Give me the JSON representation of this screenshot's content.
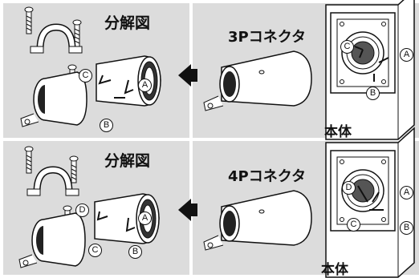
{
  "panels": [
    {
      "title": "分解図",
      "labels": [
        "C",
        "A",
        "B"
      ]
    },
    {
      "title": "3Pコネクタ",
      "body_label": "本体",
      "labels": [
        "C",
        "A",
        "B"
      ]
    },
    {
      "title": "分解図",
      "labels": [
        "D",
        "A",
        "C",
        "B"
      ]
    },
    {
      "title": "4Pコネクタ",
      "body_label": "本体",
      "labels": [
        "D",
        "A",
        "C",
        "B"
      ]
    }
  ],
  "colors": {
    "panel_bg": "#dcdcdc",
    "line": "#111111",
    "arrow": "#111111"
  },
  "icons": [
    "screw-icon",
    "clamp-icon",
    "plug-icon",
    "arrow-left-icon",
    "mounting-plate-icon"
  ]
}
